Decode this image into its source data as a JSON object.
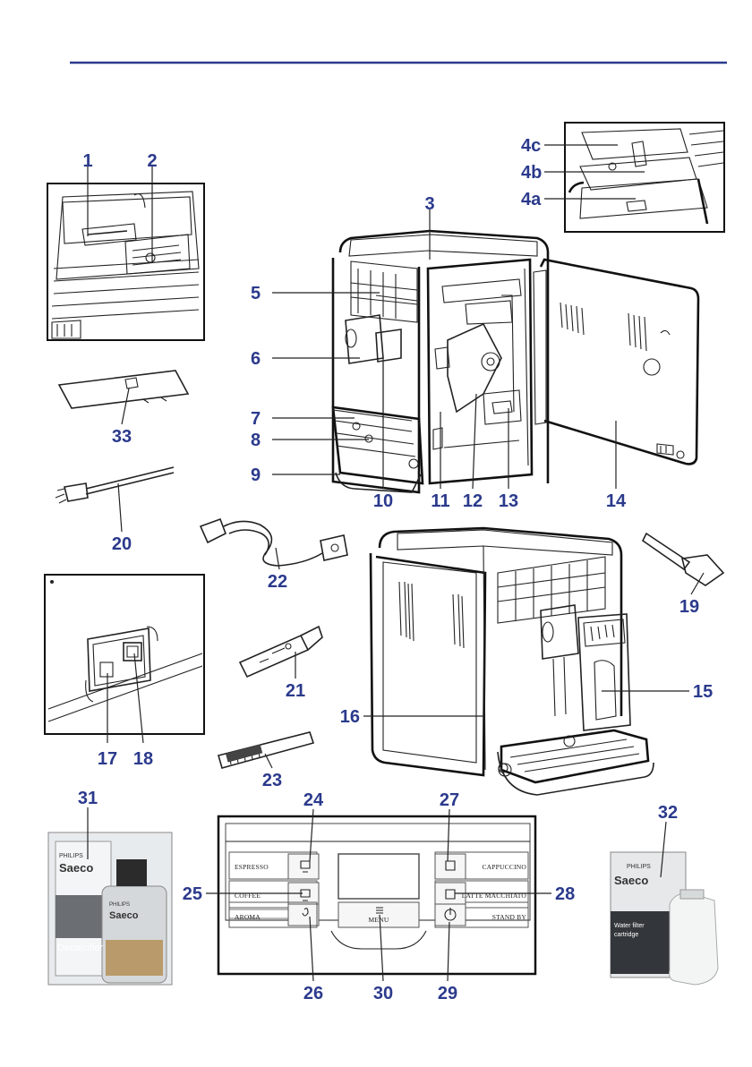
{
  "accent_color": "#2b3a8c",
  "callouts": [
    {
      "id": "1",
      "label": "1"
    },
    {
      "id": "2",
      "label": "2"
    },
    {
      "id": "3",
      "label": "3"
    },
    {
      "id": "4a",
      "label": "4a"
    },
    {
      "id": "4b",
      "label": "4b"
    },
    {
      "id": "4c",
      "label": "4c"
    },
    {
      "id": "5",
      "label": "5"
    },
    {
      "id": "6",
      "label": "6"
    },
    {
      "id": "7",
      "label": "7"
    },
    {
      "id": "8",
      "label": "8"
    },
    {
      "id": "9",
      "label": "9"
    },
    {
      "id": "10",
      "label": "10"
    },
    {
      "id": "11",
      "label": "11"
    },
    {
      "id": "12",
      "label": "12"
    },
    {
      "id": "13",
      "label": "13"
    },
    {
      "id": "14",
      "label": "14"
    },
    {
      "id": "15",
      "label": "15"
    },
    {
      "id": "16",
      "label": "16"
    },
    {
      "id": "17",
      "label": "17"
    },
    {
      "id": "18",
      "label": "18"
    },
    {
      "id": "19",
      "label": "19"
    },
    {
      "id": "20",
      "label": "20"
    },
    {
      "id": "21",
      "label": "21"
    },
    {
      "id": "22",
      "label": "22"
    },
    {
      "id": "23",
      "label": "23"
    },
    {
      "id": "24",
      "label": "24"
    },
    {
      "id": "25",
      "label": "25"
    },
    {
      "id": "26",
      "label": "26"
    },
    {
      "id": "27",
      "label": "27"
    },
    {
      "id": "28",
      "label": "28"
    },
    {
      "id": "29",
      "label": "29"
    },
    {
      "id": "30",
      "label": "30"
    },
    {
      "id": "31",
      "label": "31"
    },
    {
      "id": "32",
      "label": "32"
    },
    {
      "id": "33",
      "label": "33"
    }
  ],
  "control_panel": {
    "left_buttons": [
      "ESPRESSO",
      "COFFEE",
      "AROMA"
    ],
    "right_buttons": [
      "CAPPUCCINO",
      "LATTE MACCHIATO",
      "STAND BY"
    ],
    "menu_label": "MENU"
  },
  "products": {
    "decalcifier": {
      "brand": "PHILIPS",
      "logo": "Saeco",
      "name": "Decalcifier"
    },
    "water_filter": {
      "brand": "PHILIPS",
      "logo": "Saeco",
      "name_line1": "Water filter",
      "name_line2": "cartridge"
    }
  }
}
